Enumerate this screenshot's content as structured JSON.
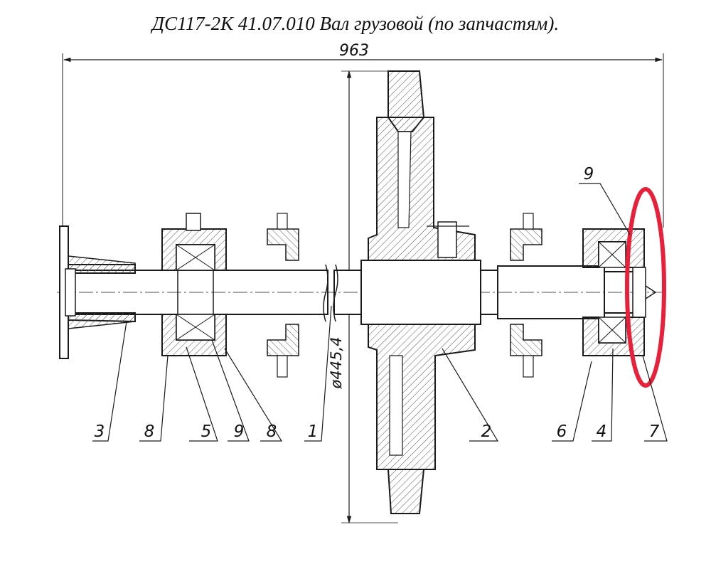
{
  "title": "ДС117-2К 41.07.010 Вал грузовой (по запчастям).",
  "dimensions": {
    "overall_length": "963",
    "diameter": "ø445,4"
  },
  "callouts": [
    "3",
    "8",
    "5",
    "9",
    "8",
    "1",
    "2",
    "6",
    "4",
    "7",
    "9"
  ],
  "colors": {
    "ink": "#1a1a1a",
    "highlight": "#e8203a",
    "hatch": "#555555"
  }
}
